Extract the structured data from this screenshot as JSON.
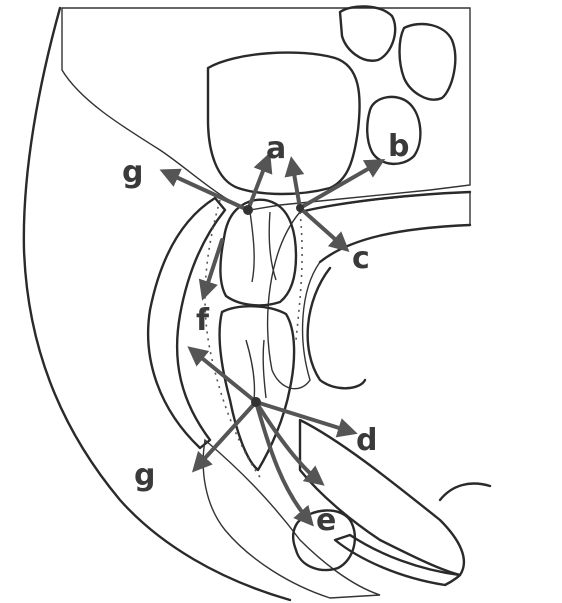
{
  "labels": {
    "a": "a",
    "b": "b",
    "c": "c",
    "d": "d",
    "e": "e",
    "f": "f",
    "g_upper": "g",
    "g_lower": "g"
  },
  "colors": {
    "line": "#2a2a2a",
    "arrow": "#555555",
    "sinus_fill": "#c4c4c4",
    "cortex_fill": "#9a9a9a",
    "tooth_fill": "#ffffff",
    "background": "#ffffff"
  }
}
